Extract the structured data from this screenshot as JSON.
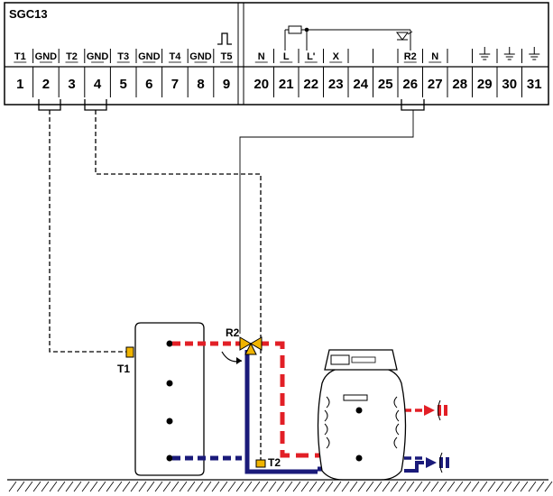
{
  "controller": {
    "title": "SGC13",
    "pulse_icon": "pulse-signal-icon",
    "left_terminals": [
      {
        "header": "T1",
        "number": "1"
      },
      {
        "header": "GND",
        "number": "2"
      },
      {
        "header": "T2",
        "number": "3"
      },
      {
        "header": "GND",
        "number": "4"
      },
      {
        "header": "T3",
        "number": "5"
      },
      {
        "header": "GND",
        "number": "6"
      },
      {
        "header": "T4",
        "number": "7"
      },
      {
        "header": "GND",
        "number": "8"
      },
      {
        "header": "T5",
        "number": "9"
      }
    ],
    "right_terminals": [
      {
        "header": "N",
        "number": "20"
      },
      {
        "header": "L",
        "number": "21"
      },
      {
        "header": "L'",
        "number": "22"
      },
      {
        "header": "X",
        "number": "23"
      },
      {
        "header": "",
        "number": "24"
      },
      {
        "header": "",
        "number": "25"
      },
      {
        "header": "R2",
        "number": "26"
      },
      {
        "header": "N",
        "number": "27"
      },
      {
        "header": "",
        "number": "28"
      },
      {
        "header": "",
        "number": "29"
      },
      {
        "header": "",
        "number": "30"
      },
      {
        "header": "",
        "number": "31"
      }
    ],
    "fuse_icon": "fuse-icon",
    "triac_icon": "triac-icon",
    "ground_icon": "ground-icon"
  },
  "hydraulics": {
    "sensor_t1_label": "T1",
    "sensor_t2_label": "T2",
    "valve_label": "R2",
    "tank_icon": "storage-tank-icon",
    "boiler_icon": "boiler-icon",
    "valve_icon": "three-way-valve-icon",
    "colors": {
      "hot": "#e21f26",
      "cold": "#1a1a7a",
      "sensor": "#f0b400"
    }
  }
}
